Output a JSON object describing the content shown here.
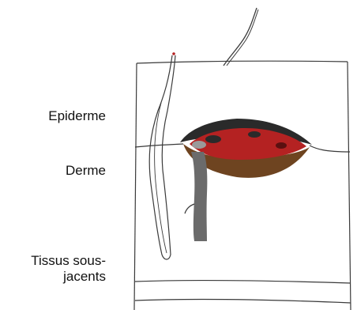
{
  "labels": {
    "epiderme": "Epiderme",
    "derme": "Derme",
    "tissus_line1": "Tissus sous-",
    "tissus_line2": "jacents"
  },
  "colors": {
    "outline": "#3a3a3a",
    "wound_red": "#b42222",
    "wound_dark": "#2a2a2a",
    "wound_brown": "#6e4420",
    "vessel_gray": "#6b6b6b"
  }
}
